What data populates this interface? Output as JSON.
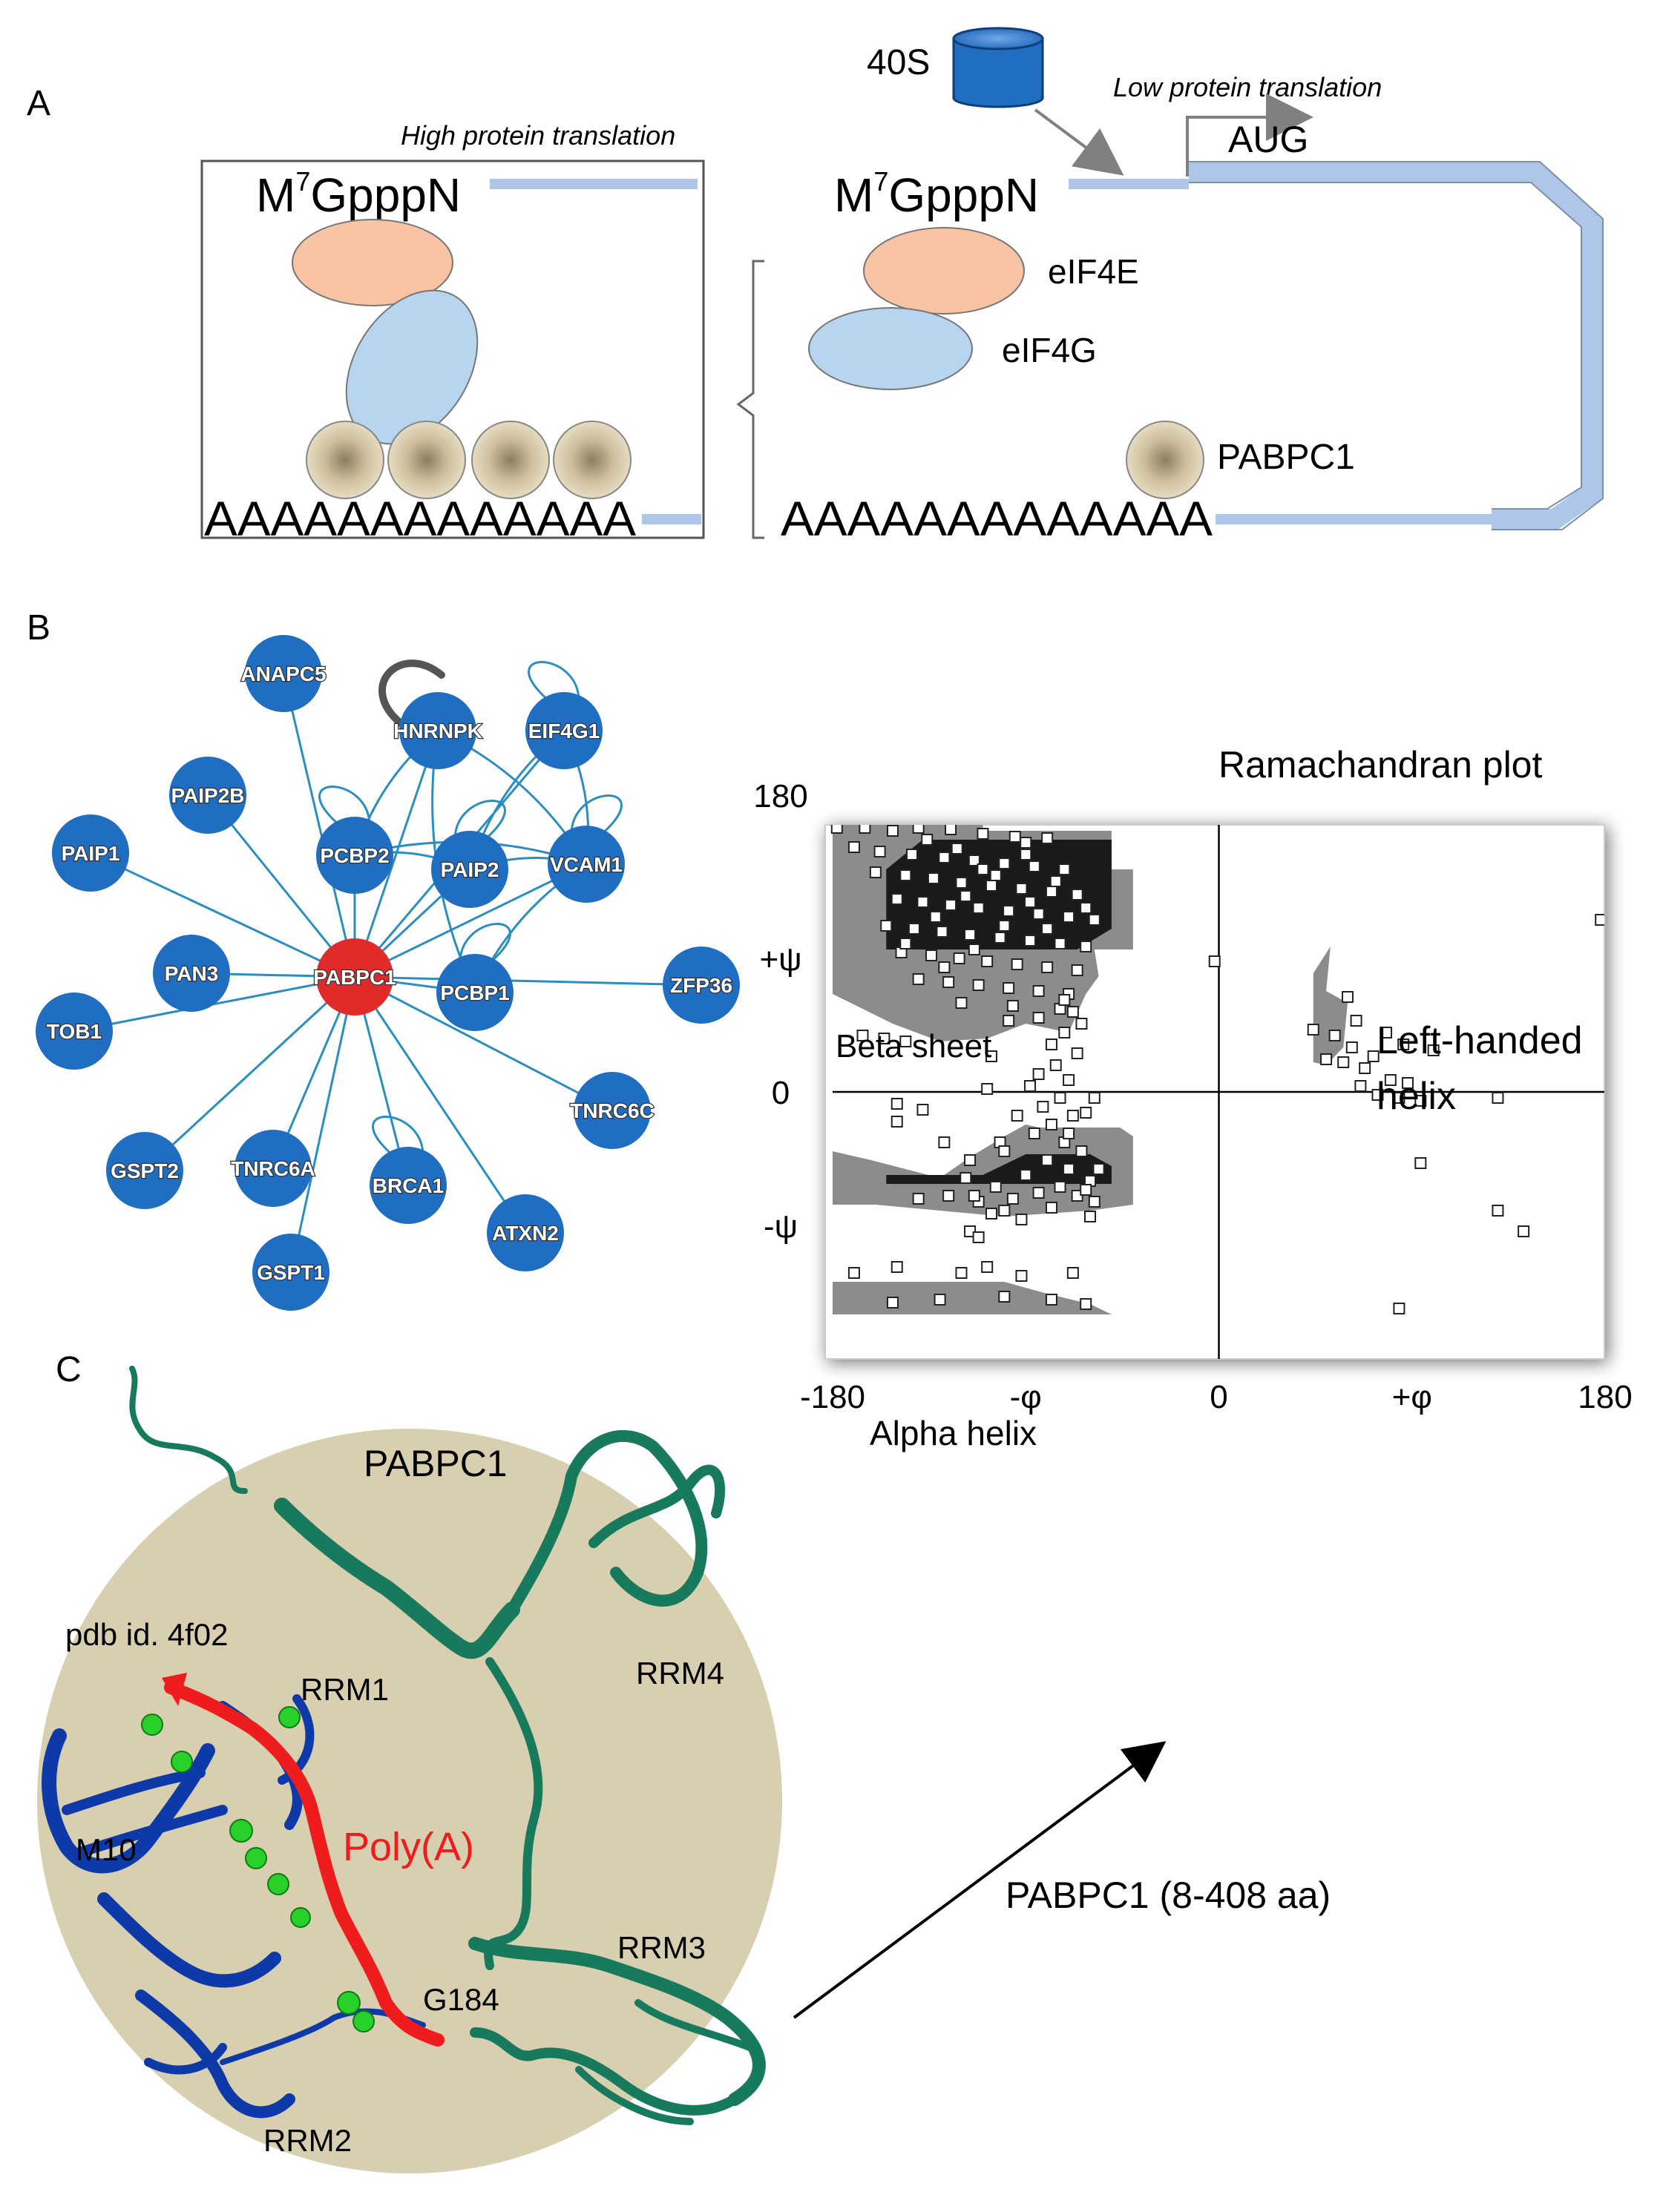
{
  "panel_a": {
    "label": "A",
    "left": {
      "note": "High protein translation",
      "cap": "M",
      "cap_sup": "7",
      "cap_rest": "GpppN",
      "polya": "AAAAAAAAAAAAA"
    },
    "right": {
      "subunit": "40S",
      "note": "Low protein translation",
      "start_codon": "AUG",
      "cap": "M",
      "cap_sup": "7",
      "cap_rest": "GpppN",
      "factor_e": "eIF4E",
      "factor_g": "eIF4G",
      "binding_protein": "PABPC1",
      "polya": "AAAAAAAAAAAAA"
    },
    "colors": {
      "eif4e": "#f9c4a4",
      "eif4g": "#b7d5ee",
      "pabp": "#dccfb0",
      "mrna": "#aec7e8",
      "subunit": "#1f6ec1"
    }
  },
  "panel_b": {
    "label": "B",
    "hub": "PABPC1",
    "nodes": [
      "ANAPC5",
      "HNRNPK",
      "EIF4G1",
      "PAIP2B",
      "PAIP1",
      "PCBP2",
      "PAIP2",
      "VCAM1",
      "PAN3",
      "PABPC1",
      "PCBP1",
      "ZFP36",
      "TOB1",
      "TNRC6C",
      "TNRC6A",
      "GSPT2",
      "BRCA1",
      "ATXN2",
      "GSPT1"
    ],
    "colors": {
      "node": "#1f6ec1",
      "hub": "#e12b2b",
      "edge": "#2a8fc0",
      "self_loop": "#555555"
    }
  },
  "panel_c": {
    "label": "C",
    "protein_label": "PABPC1",
    "pdb": "pdb id. 4f02",
    "domains": [
      "RRM1",
      "RRM2",
      "RRM3",
      "RRM4"
    ],
    "rna": "Poly(A)",
    "residue_1": "M10",
    "residue_2": "G184",
    "range_label": "PABPC1 (8-408 aa)",
    "colors": {
      "disk": "#d8ceb0",
      "rrm12": "#0d3aa8",
      "rrm34": "#177a5c",
      "polya": "#ee1c1c",
      "residues": "#28d12a"
    }
  },
  "chart_data": {
    "type": "scatter",
    "title": "Ramachandran plot",
    "xlim": [
      -180,
      180
    ],
    "ylim": [
      -180,
      180
    ],
    "x_ticks": [
      "-180",
      "-φ",
      "0",
      "+φ",
      "180"
    ],
    "y_ticks": [
      "180",
      "+ψ",
      "0",
      "-ψ"
    ],
    "region_labels": [
      "Beta sheet",
      "Left-handed helix",
      "Alpha helix"
    ],
    "points": [
      [
        -178,
        178
      ],
      [
        -165,
        178
      ],
      [
        -152,
        176
      ],
      [
        -140,
        178
      ],
      [
        -125,
        177
      ],
      [
        -110,
        174
      ],
      [
        -95,
        172
      ],
      [
        -80,
        171
      ],
      [
        -170,
        165
      ],
      [
        -158,
        162
      ],
      [
        -143,
        160
      ],
      [
        -128,
        158
      ],
      [
        -114,
        156
      ],
      [
        -100,
        154
      ],
      [
        -86,
        152
      ],
      [
        -72,
        150
      ],
      [
        -160,
        148
      ],
      [
        -146,
        146
      ],
      [
        -133,
        144
      ],
      [
        -120,
        141
      ],
      [
        -106,
        139
      ],
      [
        -92,
        137
      ],
      [
        -78,
        135
      ],
      [
        -66,
        133
      ],
      [
        -150,
        130
      ],
      [
        -138,
        128
      ],
      [
        -125,
        126
      ],
      [
        -112,
        124
      ],
      [
        -98,
        122
      ],
      [
        -84,
        120
      ],
      [
        -70,
        118
      ],
      [
        -58,
        116
      ],
      [
        -155,
        112
      ],
      [
        -142,
        110
      ],
      [
        -129,
        108
      ],
      [
        -116,
        106
      ],
      [
        -102,
        104
      ],
      [
        -88,
        102
      ],
      [
        -74,
        100
      ],
      [
        -62,
        98
      ],
      [
        -148,
        94
      ],
      [
        -134,
        92
      ],
      [
        -121,
        90
      ],
      [
        -108,
        88
      ],
      [
        -94,
        86
      ],
      [
        -80,
        84
      ],
      [
        -66,
        82
      ],
      [
        -140,
        76
      ],
      [
        -126,
        74
      ],
      [
        -112,
        72
      ],
      [
        -98,
        70
      ],
      [
        -84,
        68
      ],
      [
        -70,
        66
      ],
      [
        -120,
        60
      ],
      [
        -96,
        58
      ],
      [
        -74,
        56
      ],
      [
        -90,
        168
      ],
      [
        -104,
        146
      ],
      [
        -118,
        132
      ],
      [
        -132,
        118
      ],
      [
        -146,
        100
      ],
      [
        -80,
        110
      ],
      [
        -62,
        124
      ],
      [
        -110,
        150
      ],
      [
        -136,
        170
      ],
      [
        -122,
        164
      ],
      [
        -76,
        142
      ],
      [
        -88,
        128
      ],
      [
        -100,
        112
      ],
      [
        -114,
        96
      ],
      [
        -128,
        84
      ],
      [
        -90,
        160
      ],
      [
        -72,
        62
      ],
      [
        -68,
        54
      ],
      [
        -64,
        46
      ],
      [
        -72,
        40
      ],
      [
        -78,
        32
      ],
      [
        -66,
        26
      ],
      [
        -76,
        18
      ],
      [
        -84,
        12
      ],
      [
        -70,
        8
      ],
      [
        -88,
        4
      ],
      [
        -74,
        -4
      ],
      [
        -82,
        -10
      ],
      [
        -68,
        -16
      ],
      [
        -78,
        -22
      ],
      [
        -86,
        -28
      ],
      [
        -72,
        -34
      ],
      [
        -64,
        -40
      ],
      [
        -80,
        -46
      ],
      [
        -70,
        -52
      ],
      [
        -90,
        -56
      ],
      [
        -60,
        -60
      ],
      [
        -74,
        -64
      ],
      [
        -84,
        -68
      ],
      [
        -66,
        -70
      ],
      [
        -96,
        -72
      ],
      [
        -58,
        -74
      ],
      [
        -78,
        -78
      ],
      [
        -104,
        -64
      ],
      [
        -112,
        -74
      ],
      [
        -126,
        -70
      ],
      [
        -140,
        -72
      ],
      [
        -118,
        -58
      ],
      [
        -92,
        -86
      ],
      [
        -150,
        -20
      ],
      [
        -138,
        -12
      ],
      [
        -102,
        -34
      ],
      [
        -116,
        -46
      ],
      [
        -128,
        -34
      ],
      [
        -94,
        -16
      ],
      [
        -108,
        2
      ],
      [
        -150,
        -8
      ],
      [
        -100,
        -80
      ],
      [
        -60,
        -84
      ],
      [
        -70,
        -28
      ],
      [
        -62,
        -14
      ],
      [
        -58,
        -4
      ],
      [
        -56,
        -52
      ],
      [
        -62,
        -66
      ],
      [
        -100,
        -40
      ],
      [
        -166,
        38
      ],
      [
        -156,
        36
      ],
      [
        -146,
        34
      ],
      [
        -98,
        48
      ],
      [
        -84,
        50
      ],
      [
        -106,
        24
      ],
      [
        -114,
        -70
      ],
      [
        -106,
        -82
      ],
      [
        -116,
        -94
      ],
      [
        -112,
        -98
      ],
      [
        -170,
        -122
      ],
      [
        -150,
        -118
      ],
      [
        -120,
        -122
      ],
      [
        -108,
        -118
      ],
      [
        -92,
        -124
      ],
      [
        -68,
        -122
      ],
      [
        -152,
        -142
      ],
      [
        -130,
        -140
      ],
      [
        -100,
        -138
      ],
      [
        -78,
        -140
      ],
      [
        -62,
        -143
      ],
      [
        -2,
        88
      ],
      [
        178,
        116
      ],
      [
        60,
        64
      ],
      [
        44,
        42
      ],
      [
        54,
        38
      ],
      [
        62,
        30
      ],
      [
        72,
        24
      ],
      [
        68,
        16
      ],
      [
        58,
        20
      ],
      [
        78,
        40
      ],
      [
        86,
        32
      ],
      [
        100,
        28
      ],
      [
        64,
        48
      ],
      [
        50,
        22
      ],
      [
        66,
        4
      ],
      [
        80,
        8
      ],
      [
        88,
        6
      ],
      [
        74,
        -2
      ],
      [
        84,
        -4
      ],
      [
        94,
        -6
      ],
      [
        130,
        -4
      ],
      [
        94,
        -48
      ],
      [
        130,
        -80
      ],
      [
        142,
        -94
      ],
      [
        84,
        -146
      ]
    ]
  }
}
